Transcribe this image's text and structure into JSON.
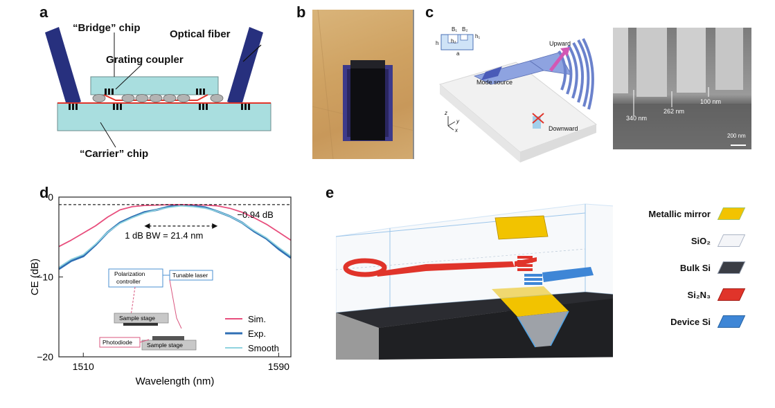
{
  "panel_labels": {
    "a": "a",
    "b": "b",
    "c": "c",
    "d": "d",
    "e": "e"
  },
  "panel_a": {
    "bridge_chip": "“Bridge” chip",
    "optical_fiber": "Optical fiber",
    "grating_coupler": "Grating coupler",
    "carrier_chip": "“Carrier” chip",
    "colors": {
      "chip_fill": "#a9dedf",
      "fiber": "#27307e",
      "waveguide": "#e0342a",
      "coupler": "#111111",
      "bump": "#aaaaaa"
    }
  },
  "panel_c": {
    "upward": "Upward",
    "downward": "Downward",
    "mode_source": "Mode source",
    "inset": {
      "b1": "B₁",
      "b2": "B₂",
      "h": "h",
      "h1": "h₁",
      "h2": "h₂",
      "a": "a"
    },
    "axes": {
      "z": "z",
      "y": "y",
      "x": "x"
    },
    "sem": {
      "d1": "340 nm",
      "d2": "262 nm",
      "d3": "100 nm",
      "scale": "200 nm"
    }
  },
  "chart_data": {
    "type": "line",
    "title": "",
    "xlabel": "Wavelength (nm)",
    "ylabel": "CE (dB)",
    "xlim": [
      1500,
      1595
    ],
    "ylim": [
      -20,
      0
    ],
    "x_ticks": [
      "1510",
      "1590"
    ],
    "y_ticks": [
      "0",
      "−10",
      "−20"
    ],
    "reference_line": {
      "value": -0.94,
      "label": "−0.94 dB",
      "style": "dashed"
    },
    "annotation": "1 dB BW = 21.4 nm",
    "bandwidth_arrow": [
      1535,
      1565
    ],
    "series": [
      {
        "name": "Sim.",
        "color": "#e84d7c",
        "x": [
          1500,
          1505,
          1510,
          1515,
          1520,
          1525,
          1530,
          1535,
          1540,
          1545,
          1550,
          1555,
          1560,
          1565,
          1570,
          1575,
          1580,
          1585,
          1590,
          1595
        ],
        "y": [
          -6.2,
          -5.4,
          -4.5,
          -3.6,
          -2.5,
          -1.6,
          -1.2,
          -1.05,
          -1.0,
          -0.95,
          -0.94,
          -0.96,
          -1.0,
          -1.1,
          -1.4,
          -1.9,
          -2.6,
          -3.4,
          -4.4,
          -5.4
        ]
      },
      {
        "name": "Exp.",
        "color": "#2f6fb4",
        "x": [
          1500,
          1505,
          1510,
          1515,
          1520,
          1525,
          1530,
          1535,
          1540,
          1545,
          1550,
          1555,
          1560,
          1565,
          1570,
          1575,
          1580,
          1585,
          1590,
          1595
        ],
        "y": [
          -9.0,
          -8.0,
          -7.4,
          -6.0,
          -4.4,
          -3.2,
          -2.5,
          -1.9,
          -1.6,
          -1.2,
          -1.0,
          -1.1,
          -1.3,
          -1.8,
          -2.4,
          -3.2,
          -4.3,
          -5.2,
          -6.5,
          -7.6
        ]
      },
      {
        "name": "Smooth",
        "color": "#8fd3df",
        "x": [
          1500,
          1505,
          1510,
          1515,
          1520,
          1525,
          1530,
          1535,
          1540,
          1545,
          1550,
          1555,
          1560,
          1565,
          1570,
          1575,
          1580,
          1585,
          1590,
          1595
        ],
        "y": [
          -8.8,
          -7.8,
          -7.2,
          -5.9,
          -4.4,
          -3.3,
          -2.6,
          -2.0,
          -1.6,
          -1.3,
          -1.1,
          -1.2,
          -1.4,
          -1.8,
          -2.4,
          -3.2,
          -4.2,
          -5.1,
          -6.3,
          -7.4
        ]
      }
    ],
    "legend_position": "bottom-right"
  },
  "panel_d_inset": {
    "polarization_controller_1": "Polarization",
    "polarization_controller_2": "controller",
    "tunable_laser": "Tunable laser",
    "sample_stage_top": "Sample stage",
    "sample_stage_bottom": "Sample stage",
    "photodiode": "Photodiode"
  },
  "panel_e": {
    "legend": [
      {
        "label": "Metallic mirror",
        "color": "#f2c300"
      },
      {
        "label": "SiO₂",
        "color": "#eef0f4"
      },
      {
        "label": "Bulk Si",
        "color": "#3a3d45"
      },
      {
        "label": "Si₂N₃",
        "color": "#e0342a"
      },
      {
        "label": "Device Si",
        "color": "#3e86d6"
      }
    ]
  }
}
